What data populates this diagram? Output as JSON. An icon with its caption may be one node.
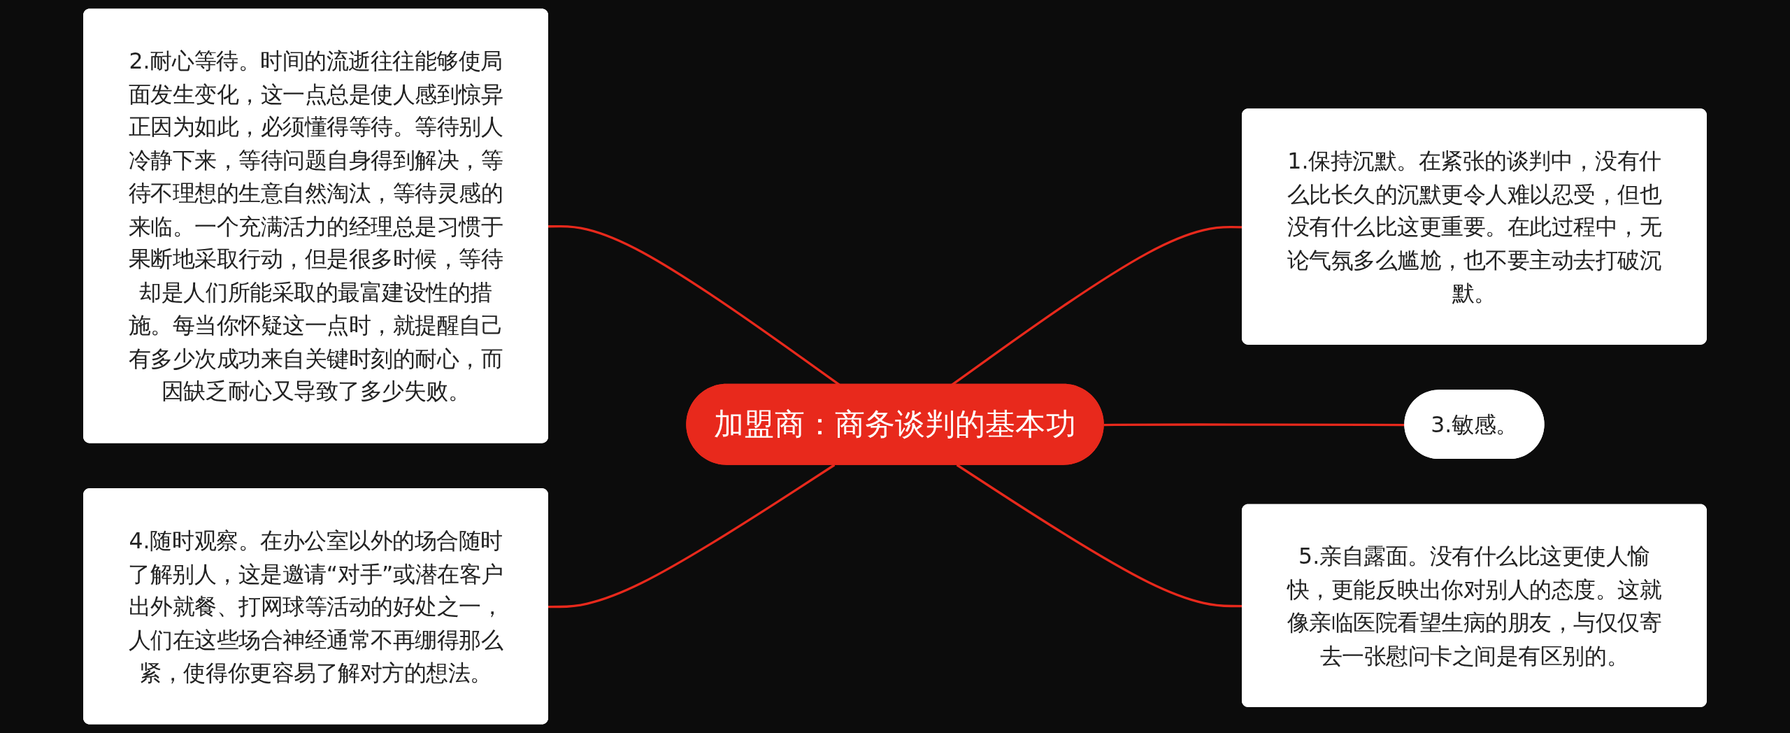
{
  "diagram": {
    "nodes": [
      {
        "text": [
          "加盟商：商务谈判的基本功"
        ]
      },
      {
        "text": [
          "1.保持沉默。在紧张的谈判中，没有什么比长久的沉默更令人难以忍受，但也没有什么比这更重要。在此过程中，无论气氛多么尴尬，也不要主动去打破沉默。"
        ]
      },
      {
        "text": [
          "2.耐心等待。时间的流逝往往能够使局面发生变化，这一点总是使人感到惊异正因为如此，必须懂得等待。等待别人冷静下来，等待问题自身得到解决，等待不理想的生意自然淘汰，等待灵感的来临。一个充满活力的经理总是习惯于果断地采取行动，但是很多时候，等待却是人们所能采取的最富建设性的措施。每当你怀疑这一点时，就提醒自己有多少次成功来自关键时刻的耐心，而因缺乏耐心又导致了多少失败。"
        ]
      },
      {
        "text": [
          "3.敏感。"
        ]
      },
      {
        "text": [
          "4.随时观察。在办公室以外的场合随时了解别人，这是邀请“对手”或潜在客户出外就餐、打网球等活动的好处之一，人们在这些场合神经通常不再绷得那么紧，使得你更容易了解对方的想法。"
        ]
      },
      {
        "text": [
          "5.亲自露面。没有什么比这更使人愉快，更能反映出你对别人的态度。这就像亲临医院看望生病的朋友，与仅仅寄去一张慰问卡之间是有区别的。"
        ]
      }
    ],
    "edges": [
      {
        "from": 0,
        "to": 1,
        "arrow": "none"
      },
      {
        "from": 2,
        "to": 0,
        "arrow": "none"
      },
      {
        "from": 0,
        "to": 3,
        "arrow": "none"
      },
      {
        "from": 4,
        "to": 0,
        "arrow": "none"
      },
      {
        "from": 0,
        "to": 5,
        "arrow": "none"
      }
    ]
  }
}
